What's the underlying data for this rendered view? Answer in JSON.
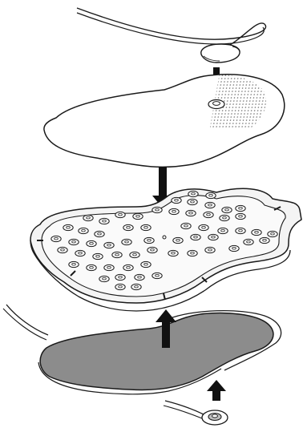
{
  "diagram": {
    "kind": "exploded-assembly-illustration",
    "colors": {
      "stroke": "#1a1a1a",
      "background": "#ffffff",
      "pad_fill": "#ffffff",
      "gel_fill": "#8c8c8c",
      "tray_fill": "#f4f4f4",
      "arrow": "#111111"
    },
    "parts": [
      {
        "id": "top-cable-with-connector",
        "icon": "snap-connector-cable"
      },
      {
        "id": "electrode-pad",
        "icon": "electrode-pad"
      },
      {
        "id": "storage-tray",
        "icon": "perforated-tray"
      },
      {
        "id": "gel-pad-with-lead-wire",
        "icon": "gel-pad"
      }
    ],
    "arrows": [
      {
        "id": "arrow-connector-to-pad",
        "direction": "down"
      },
      {
        "id": "arrow-pad-to-tray",
        "direction": "down"
      },
      {
        "id": "arrow-gel-to-tray",
        "direction": "up"
      },
      {
        "id": "arrow-snap-to-gel",
        "direction": "up"
      }
    ]
  }
}
